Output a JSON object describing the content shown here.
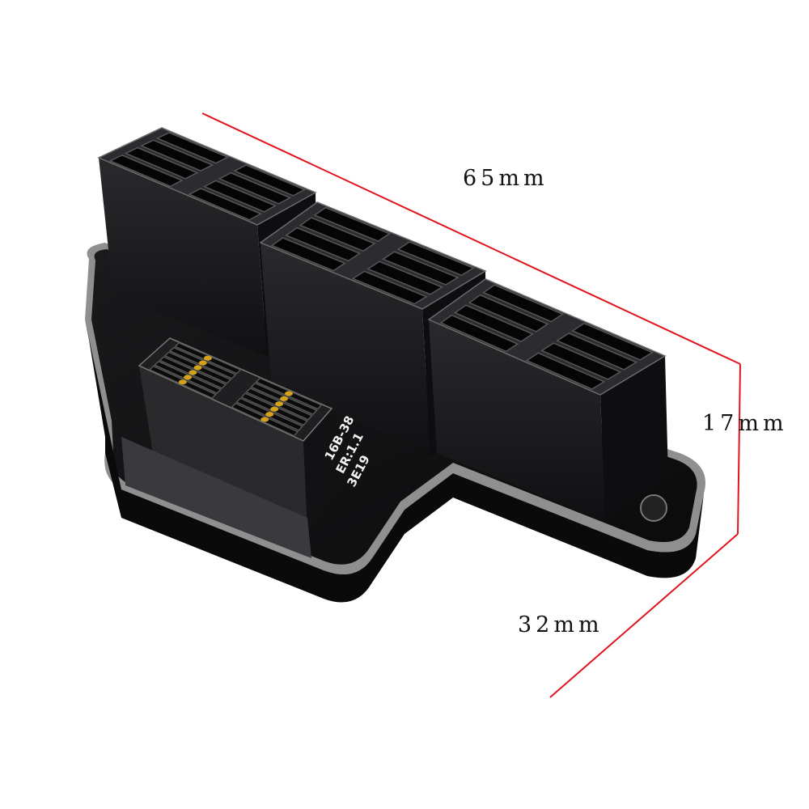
{
  "dimensions": {
    "length": "65mm",
    "height": "17mm",
    "width": "32mm",
    "line_color": "#e0141e"
  },
  "product": {
    "pcb_markings": [
      "16B-38",
      "ER:1.1",
      "3E19"
    ],
    "connector_color": "#1c1c1e",
    "pin_color": "#d4a21a",
    "plate_edge_color": "#9a9a9a"
  }
}
